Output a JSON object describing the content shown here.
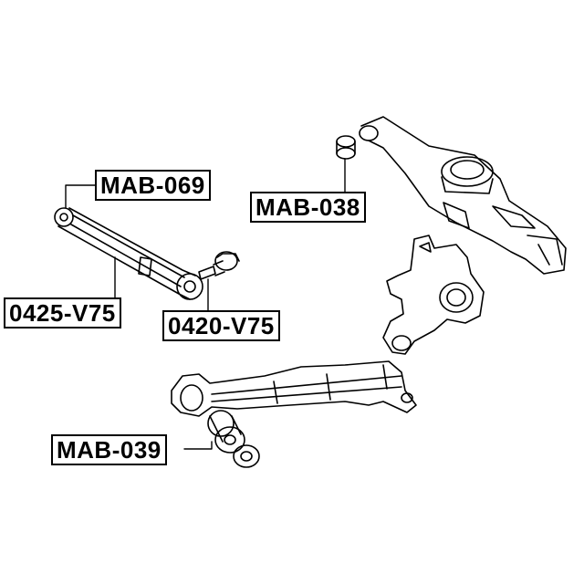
{
  "diagram": {
    "labels": {
      "mab_069": "MAB-069",
      "mab_038": "MAB-038",
      "v75_0425": "0425-V75",
      "v75_0420": "0420-V75",
      "mab_039": "MAB-039"
    }
  },
  "colors": {
    "line": "#000000",
    "background": "#ffffff"
  }
}
